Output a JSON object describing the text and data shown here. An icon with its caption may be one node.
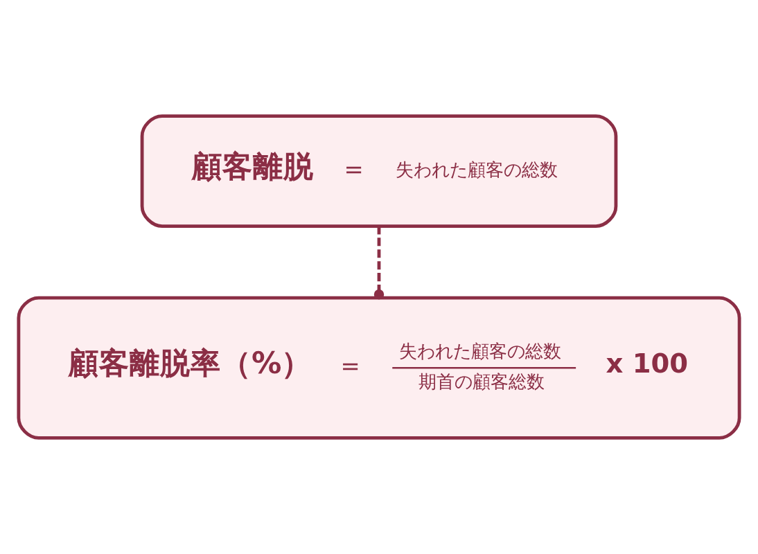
{
  "diagram": {
    "nodes": [
      {
        "text": [
          "顧客離脱",
          "=",
          "失われた顧客の総数"
        ]
      },
      {
        "text": [
          "顧客離脱率（%）",
          "=",
          "失われた顧客の総数",
          "期首の顧客総数",
          "x 100"
        ]
      }
    ],
    "edges": [
      {
        "from": 0,
        "to": 1,
        "arrow": "other",
        "style": "dashed"
      }
    ]
  }
}
